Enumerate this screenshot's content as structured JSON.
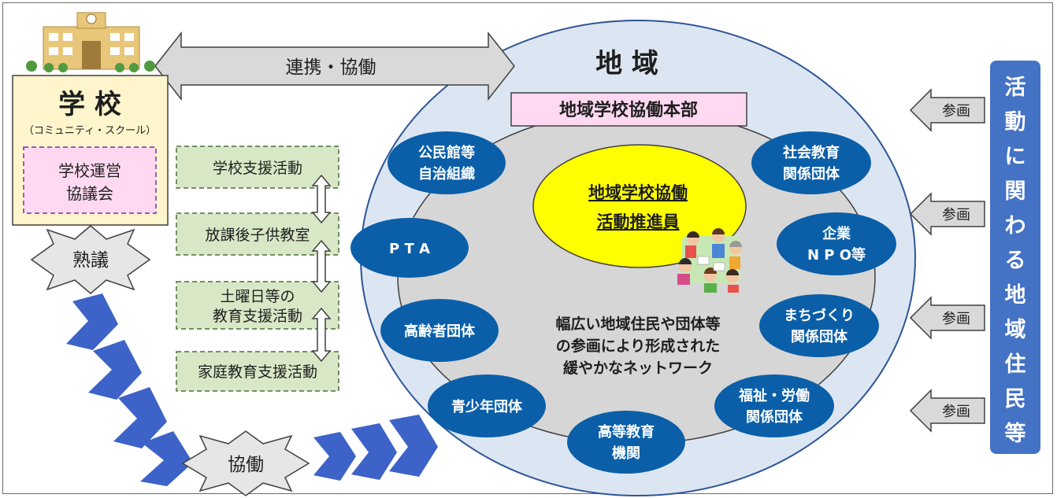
{
  "school": {
    "title": "学 校",
    "subtitle": "（コミュニティ・スクール）",
    "council": [
      "学校運営",
      "協議会"
    ]
  },
  "top_arrow_label": "連携・協働",
  "deliberation_label": "熟議",
  "collaboration_label": "協働",
  "activities": [
    [
      "学校支援活動"
    ],
    [
      "放課後子供教室"
    ],
    [
      "土曜日等の",
      "教育支援活動"
    ],
    [
      "家庭教育支援活動"
    ]
  ],
  "region": {
    "title": "地 域",
    "headquarters": "地域学校協働本部",
    "promoter": [
      "地域学校協働",
      "活動推進員"
    ],
    "network_text": [
      "幅広い地域住民や団体等",
      "の参画により形成された",
      "緩やかなネットワーク"
    ],
    "organizations": [
      [
        "公民館等",
        "自治組織"
      ],
      [
        "P T A"
      ],
      [
        "高齢者団体"
      ],
      [
        "青少年団体"
      ],
      [
        "高等教育",
        "機関"
      ],
      [
        "福祉・労働",
        "関係団体"
      ],
      [
        "まちづくり",
        "関係団体"
      ],
      [
        "企業",
        "N P O等"
      ],
      [
        "社会教育",
        "関係団体"
      ]
    ]
  },
  "participation_label": "参画",
  "residents_label": [
    "活",
    "動",
    "に",
    "関",
    "わ",
    "る",
    "地",
    "域",
    "住",
    "民",
    "等"
  ],
  "colors": {
    "org_ellipse": "#0b5fa8",
    "outer_circle": "#dce6f2",
    "inner_circle": "#d6d6d6",
    "promoter": "#ffff00",
    "headquarters": "#ffd9f2",
    "school_box": "#fff5cc",
    "activity_box": "#d8e8c6",
    "chevron": "#3d63c8",
    "residents_bar": "#4472c4"
  }
}
